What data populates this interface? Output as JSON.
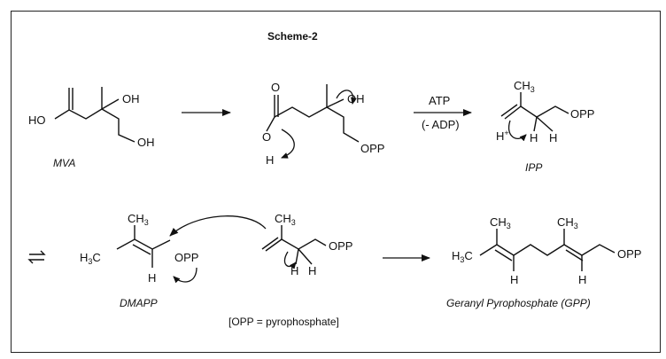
{
  "scheme": {
    "title": "Scheme-2",
    "note": "[OPP = pyrophosphate]"
  },
  "labels": {
    "mva_caption": "MVA",
    "mva_ho": "HO",
    "mva_oh_top": "OH",
    "mva_oh_bottom": "OH",
    "int_o": "O",
    "int_h": "H",
    "int_oh": "OH",
    "int_opp": "OPP",
    "reagent_top": "ATP",
    "reagent_bottom": "(- ADP)",
    "ipp_caption": "IPP",
    "ipp_ch3_c": "CH",
    "ipp_ch3_n": "3",
    "ipp_hplus_h": "H",
    "ipp_hplus_sign": "+",
    "ipp_h1": "H",
    "ipp_h2": "H",
    "ipp_opp": "OPP",
    "dmapp_caption": "DMAPP",
    "dmapp_ch3_c": "CH",
    "dmapp_ch3_n": "3",
    "dmapp_h3c_h": "H",
    "dmapp_h3c_n": "3",
    "dmapp_h3c_c": "C",
    "dmapp_h": "H",
    "dmapp_opp": "OPP",
    "ipp2_ch3_c": "CH",
    "ipp2_ch3_n": "3",
    "ipp2_h1": "H",
    "ipp2_h2": "H",
    "ipp2_opp": "OPP",
    "gpp_caption": "Geranyl Pyrophosphate (GPP)",
    "gpp_ch3a_c": "CH",
    "gpp_ch3a_n": "3",
    "gpp_ch3b_c": "CH",
    "gpp_ch3b_n": "3",
    "gpp_h3c_h": "H",
    "gpp_h3c_n": "3",
    "gpp_h3c_c": "C",
    "gpp_h1": "H",
    "gpp_h2": "H",
    "gpp_opp": "OPP"
  }
}
